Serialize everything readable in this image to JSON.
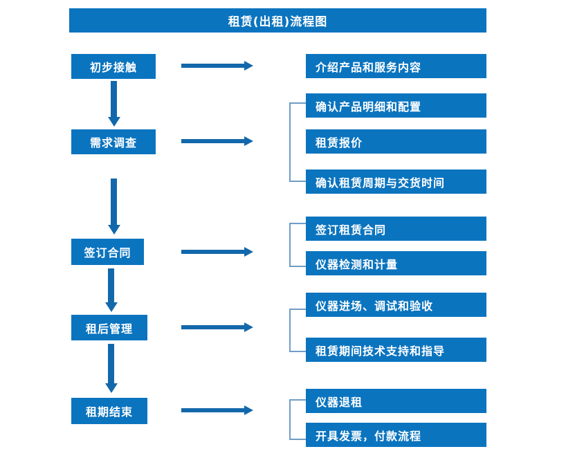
{
  "title": {
    "text": "租赁(出租)流程图"
  },
  "colors": {
    "box_blue": "#0b74bf",
    "arrow_blue": "#1268ab",
    "bracket_blue": "#6f9cc6",
    "box_text": "#ffffff",
    "background": "#ffffff"
  },
  "stages": [
    {
      "label": "初步接触",
      "details": [
        "介绍产品和服务内容"
      ]
    },
    {
      "label": "需求调查",
      "details": [
        "确认产品明细和配置",
        "租赁报价",
        "确认租赁周期与交货时间"
      ]
    },
    {
      "label": "签订合同",
      "details": [
        "签订租赁合同",
        "仪器检测和计量"
      ]
    },
    {
      "label": "租后管理",
      "details": [
        "仪器进场、调试和验收",
        "租赁期间技术支持和指导"
      ]
    },
    {
      "label": "租期结束",
      "details": [
        "仪器退租",
        "开具发票，付款流程"
      ]
    }
  ]
}
